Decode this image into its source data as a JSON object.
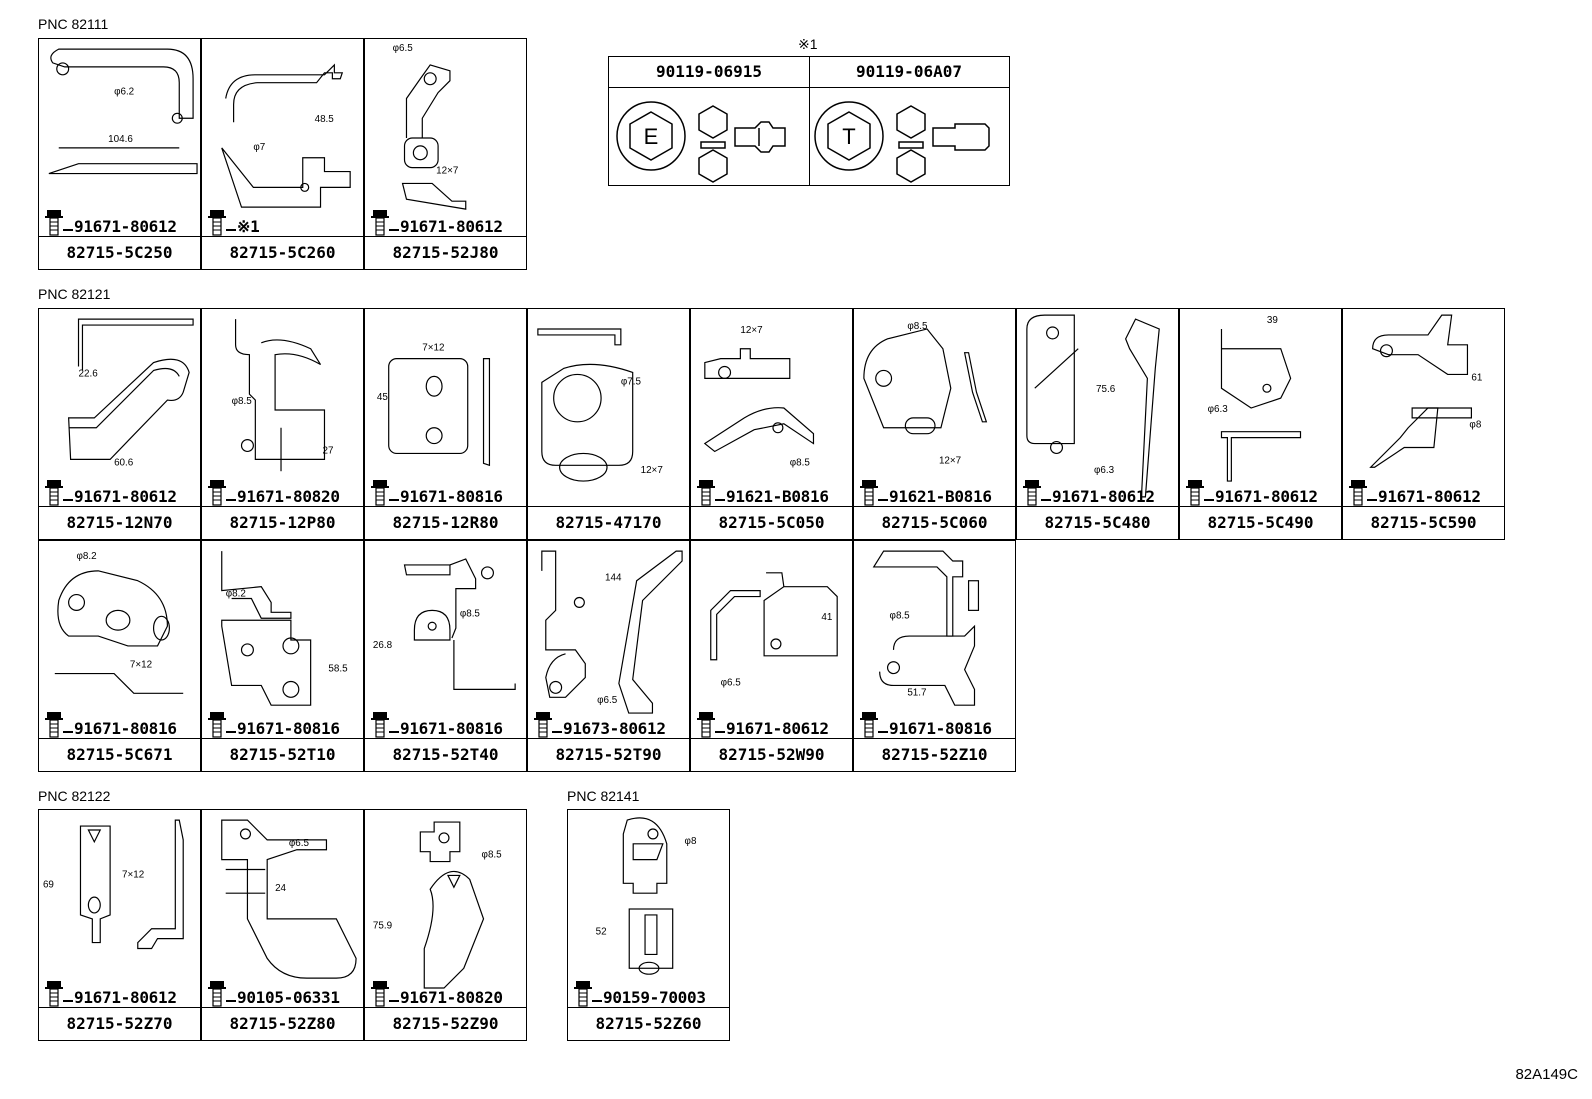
{
  "sections": [
    {
      "label": "PNC 82111"
    },
    {
      "label": "PNC 82121"
    },
    {
      "label": "PNC 82122"
    },
    {
      "label": "PNC 82141"
    }
  ],
  "legend": {
    "mark": "※1",
    "columns": [
      {
        "part": "90119-06915",
        "symbol": "E"
      },
      {
        "part": "90119-06A07",
        "symbol": "T"
      }
    ]
  },
  "doc_id": "82A149C",
  "parts": [
    {
      "part": "82715-5C250",
      "bolt": "91671-80612",
      "dims": [
        "φ6.2",
        "104.6"
      ]
    },
    {
      "part": "82715-5C260",
      "bolt": "※1",
      "dims": [
        "48.5",
        "φ7"
      ]
    },
    {
      "part": "82715-52J80",
      "bolt": "91671-80612",
      "dims": [
        "φ6.5",
        "12×7"
      ]
    },
    {
      "part": "82715-12N70",
      "bolt": "91671-80612",
      "dims": [
        "22.6",
        "60.6"
      ]
    },
    {
      "part": "82715-12P80",
      "bolt": "91671-80820",
      "dims": [
        "φ8.5",
        "27"
      ]
    },
    {
      "part": "82715-12R80",
      "bolt": "91671-80816",
      "dims": [
        "7×12",
        "45"
      ]
    },
    {
      "part": "82715-47170",
      "bolt": "",
      "dims": [
        "φ7.5",
        "12×7"
      ]
    },
    {
      "part": "82715-5C050",
      "bolt": "91621-B0816",
      "dims": [
        "12×7",
        "φ8.5"
      ]
    },
    {
      "part": "82715-5C060",
      "bolt": "91621-B0816",
      "dims": [
        "φ8.5",
        "12×7"
      ]
    },
    {
      "part": "82715-5C480",
      "bolt": "91671-80612",
      "dims": [
        "75.6",
        "φ6.3"
      ]
    },
    {
      "part": "82715-5C490",
      "bolt": "91671-80612",
      "dims": [
        "39",
        "φ6.3"
      ]
    },
    {
      "part": "82715-5C590",
      "bolt": "91671-80612",
      "dims": [
        "61",
        "φ8"
      ]
    },
    {
      "part": "82715-5C671",
      "bolt": "91671-80816",
      "dims": [
        "φ8.2",
        "7×12"
      ]
    },
    {
      "part": "82715-52T10",
      "bolt": "91671-80816",
      "dims": [
        "φ8.2",
        "58.5"
      ]
    },
    {
      "part": "82715-52T40",
      "bolt": "91671-80816",
      "dims": [
        "26.8",
        "φ8.5"
      ]
    },
    {
      "part": "82715-52T90",
      "bolt": "91673-80612",
      "dims": [
        "144",
        "φ6.5"
      ]
    },
    {
      "part": "82715-52W90",
      "bolt": "91671-80612",
      "dims": [
        "41",
        "φ6.5"
      ]
    },
    {
      "part": "82715-52Z10",
      "bolt": "91671-80816",
      "dims": [
        "φ8.5",
        "51.7"
      ]
    },
    {
      "part": "82715-52Z70",
      "bolt": "91671-80612",
      "dims": [
        "69",
        "7×12"
      ]
    },
    {
      "part": "82715-52Z80",
      "bolt": "90105-06331",
      "dims": [
        "φ6.5",
        "24"
      ]
    },
    {
      "part": "82715-52Z90",
      "bolt": "91671-80820",
      "dims": [
        "φ8.5",
        "75.9"
      ]
    },
    {
      "part": "82715-52Z60",
      "bolt": "90159-70003",
      "dims": [
        "φ8",
        "52"
      ]
    }
  ]
}
